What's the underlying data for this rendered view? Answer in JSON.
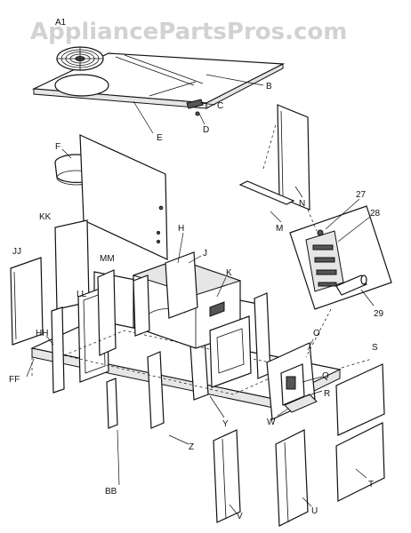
{
  "watermark": "AppliancePartsPros.com",
  "labels": {
    "A1": "A1",
    "B": "B",
    "C": "C",
    "D": "D",
    "E": "E",
    "F": "F",
    "H": "H",
    "J": "J",
    "K": "K",
    "KK": "KK",
    "JJ": "JJ",
    "MM": "MM",
    "LL": "LL",
    "HH": "HH",
    "FF": "FF",
    "BB": "BB",
    "Z": "Z",
    "Y": "Y",
    "V": "V",
    "U": "U",
    "T": "T",
    "S": "S",
    "R": "R",
    "Q": "Q",
    "W": "W",
    "O": "O",
    "M": "M",
    "N": "N",
    "n27": "27",
    "n28": "28",
    "n29": "29"
  }
}
